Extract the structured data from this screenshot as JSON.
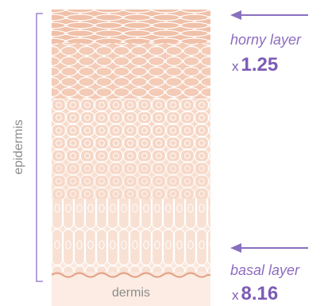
{
  "diagram": {
    "side_label": "epidermis",
    "bottom_label": "dermis",
    "annotations": [
      {
        "layer": "horny layer",
        "x_prefix": "x",
        "value": "1.25"
      },
      {
        "layer": "basal layer",
        "x_prefix": "x",
        "value": "8.16"
      }
    ]
  },
  "colors": {
    "accent": "#7d5bb5",
    "arrow": "#8a6fc0",
    "text_gray": "#8d8d8d",
    "tissue_light": "#fbe9df",
    "tissue_dark": "#ecb8a0",
    "basal_line": "#e0a283"
  }
}
